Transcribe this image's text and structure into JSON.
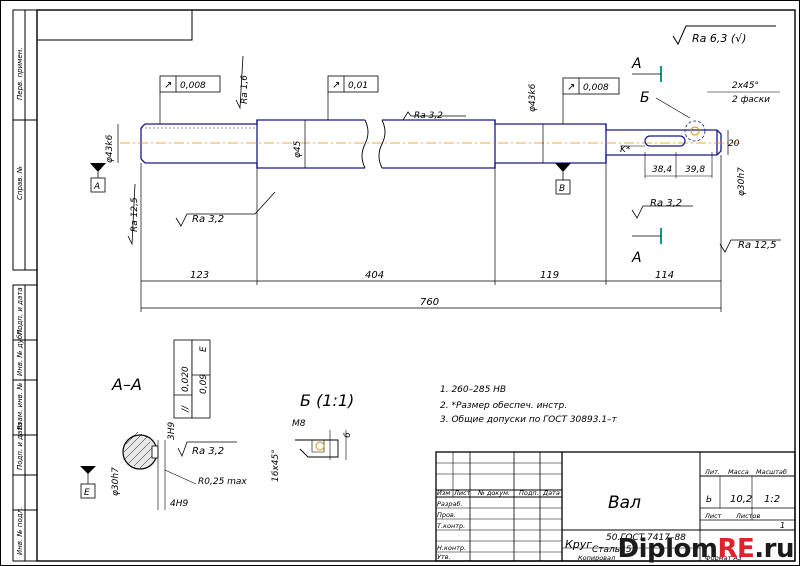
{
  "drawing": {
    "roughness_general": "Ra 6,3 (√)",
    "chamfer_note": "2x45°",
    "chamfer_note2": "2 фаски",
    "section_aa_title": "А–А",
    "detail_b_title": "Б (1:1)",
    "cut_mark_a": "А",
    "cut_mark_b": "Б",
    "datum_a": "А",
    "datum_b": "В",
    "datum_c": "Е",
    "tolerances": {
      "runout_1": "0,008",
      "runout_2": "0,01",
      "runout_3": "0,008",
      "sect_tol_1": "0,020",
      "sect_tol_2": "0,09",
      "sect_letter": "Е"
    },
    "roughness": {
      "r1": "Ra 1,6",
      "r2": "Ra 3,2",
      "r3": "Ra 3,2",
      "r4": "Ra 12,5",
      "r5": "Ra 3,2",
      "r6": "Ra 12,5",
      "r7": "Ra 3,2"
    },
    "diameters": {
      "d1": "φ43k6",
      "d2": "φ45",
      "d3": "φ43k6",
      "d4": "φ30h7",
      "d5": "φ30h7"
    },
    "dimensions": {
      "l1": "123",
      "l2": "404",
      "l3": "119",
      "l4": "114",
      "total": "760",
      "key_1": "38,4",
      "key_2": "39,8",
      "key_3": "20",
      "key_k": "K*",
      "sect_depth": "3H9",
      "sect_radius": "R0,25 max",
      "sect_width": "4H9",
      "det_m": "M8",
      "det_chamfer": "16x45°",
      "det_6": "6"
    },
    "notes": [
      "1. 260–285 HB",
      "2. *Размер обеспеч. инстр.",
      "3. Общие допуски по ГОСТ 30893.1–т"
    ],
    "side_labels": [
      "Перв. примен.",
      "Справ. №",
      "Подп. и дата",
      "Инв. № дубл.",
      "Взам. инв. №",
      "Подп. и дата",
      "Инв. № подл."
    ]
  },
  "title_block": {
    "title": "Вал",
    "doc_code": "50.ГОСТ 7417–88",
    "material_1": "Круг",
    "material_2": "Сталь45",
    "col_izm": "Изм",
    "col_list": "Лист",
    "col_doc": "№ докум.",
    "col_sign": "Подп.",
    "col_date": "Дата",
    "row_razrab": "Разраб.",
    "row_prov": "Пров.",
    "row_tkontr": "Т.контр.",
    "row_nkontr": "Н.контр.",
    "row_utv": "Утв.",
    "h_lit": "Лит.",
    "h_massa": "Масса",
    "h_masshtab": "Масштаб",
    "lit_val": "Ь",
    "mass_val": "10,2",
    "scale_val": "1:2",
    "h_list": "Лист",
    "h_listov": "Листов",
    "listov_val": "1",
    "copied": "Копировал",
    "format": "Формат А3"
  },
  "watermark": {
    "part1": "Diplom",
    "part2": "RE",
    "part3": ".ru"
  }
}
